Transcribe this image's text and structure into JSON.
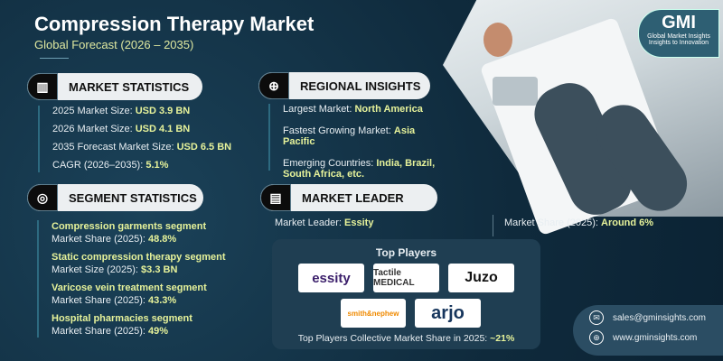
{
  "header": {
    "title": "Compression Therapy Market",
    "subtitle": "Global Forecast (2026 – 2035)"
  },
  "brand": {
    "logo": "GMI",
    "name": "Global Market Insights",
    "tagline": "Insights to Innovation"
  },
  "colors": {
    "background": "#0f2a3c",
    "highlight": "#e6f29a",
    "pill": "#eceff1"
  },
  "market_statistics": {
    "heading": "MARKET STATISTICS",
    "items": [
      {
        "label": "2025 Market Size:",
        "value": "USD 3.9 BN"
      },
      {
        "label": "2026 Market Size:",
        "value": "USD 4.1 BN"
      },
      {
        "label": "2035 Forecast Market Size:",
        "value": "USD 6.5 BN"
      },
      {
        "label": "CAGR (2026–2035):",
        "value": "5.1%"
      }
    ]
  },
  "regional_insights": {
    "heading": "REGIONAL INSIGHTS",
    "items": [
      {
        "label": "Largest Market:",
        "value": "North America"
      },
      {
        "label": "Fastest Growing Market:",
        "value": "Asia Pacific"
      },
      {
        "label": "Emerging Countries:",
        "value": "India, Brazil, South Africa, etc."
      }
    ]
  },
  "segment_statistics": {
    "heading": "SEGMENT STATISTICS",
    "items": [
      {
        "name": "Compression garments segment",
        "label": "Market Share (2025):",
        "value": "48.8%"
      },
      {
        "name": "Static compression therapy segment",
        "label": "Market Size (2025):",
        "value": "$3.3 BN"
      },
      {
        "name": "Varicose vein treatment segment",
        "label": "Market Share (2025):",
        "value": "43.3%"
      },
      {
        "name": "Hospital pharmacies segment",
        "label": "Market Share (2025):",
        "value": "49%"
      }
    ]
  },
  "market_leader": {
    "heading": "MARKET LEADER",
    "leader_label": "Market Leader:",
    "leader": "Essity",
    "share_label": "Market Share (2025):",
    "share": "Around 6%"
  },
  "top_players": {
    "heading": "Top Players",
    "logos": [
      "essity",
      "Tactile MEDICAL",
      "Juzo",
      "smith&nephew",
      "arjo"
    ],
    "footer_label": "Top Players Collective Market Share in 2025:",
    "footer_value": "~21%"
  },
  "contact": {
    "email": "sales@gminsights.com",
    "website": "www.gminsights.com"
  }
}
